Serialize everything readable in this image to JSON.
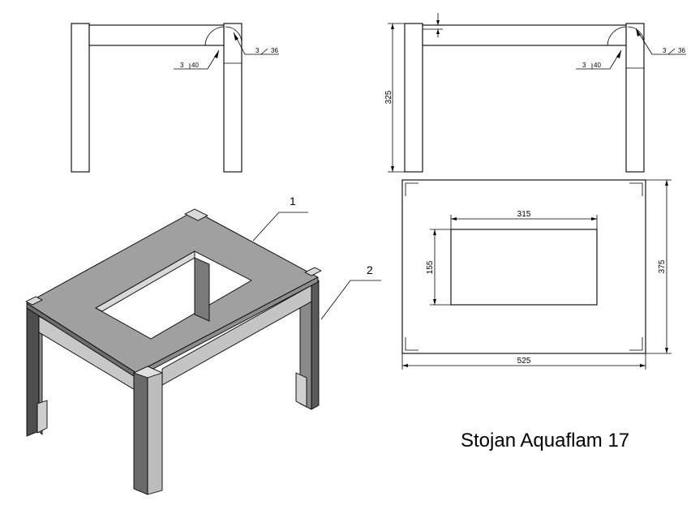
{
  "title": "Stojan Aquaflam 17",
  "views": {
    "front_left": {
      "weld_a": {
        "size": "3",
        "length": "40"
      },
      "weld_b": {
        "size": "3",
        "length": "36"
      }
    },
    "front_right": {
      "height": "325",
      "weld_a": {
        "size": "3",
        "length": "40"
      },
      "weld_b": {
        "size": "3",
        "length": "36"
      }
    },
    "top": {
      "opening_width": "315",
      "opening_height": "155",
      "depth": "375",
      "width": "525"
    },
    "isometric": {
      "callout_1": "1",
      "callout_2": "2"
    }
  },
  "colors": {
    "line": "#000000",
    "top_fill": "#a0a0a0",
    "front_fill": "#c8c8c8",
    "side_fill": "#7c7c7c",
    "dark_fill": "#5a5a5a"
  }
}
